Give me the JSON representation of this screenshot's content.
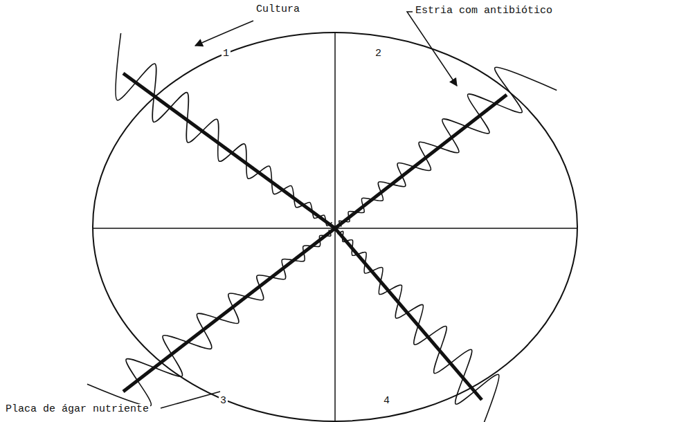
{
  "diagram": {
    "labels": [
      "Cultura",
      "Estria com antibiótico",
      "1",
      "2",
      "3",
      "4",
      "Placa de ágar nutriente"
    ]
  }
}
